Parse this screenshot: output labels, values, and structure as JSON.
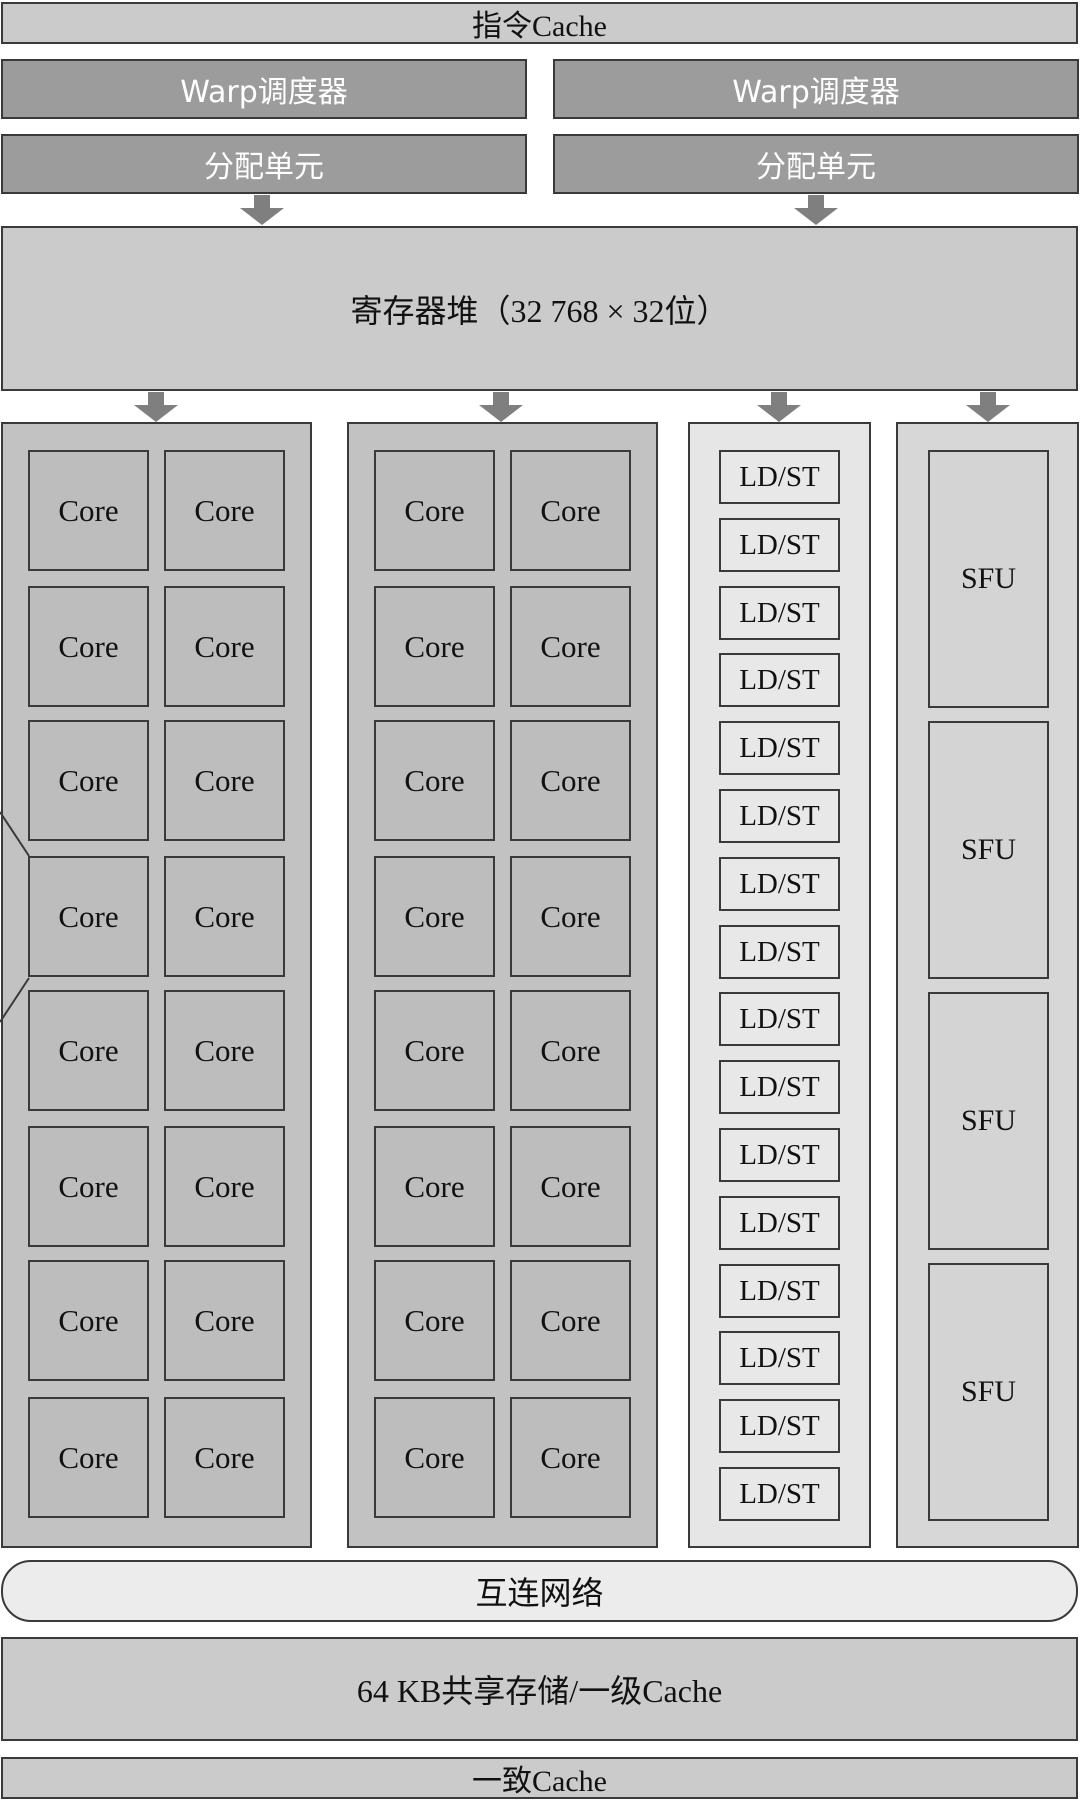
{
  "top": {
    "instruction_cache": "指令Cache",
    "warp_schedulers": [
      "Warp调度器",
      "Warp调度器"
    ],
    "dispatch_units": [
      "分配单元",
      "分配单元"
    ]
  },
  "register_file": "寄存器堆（32 768 × 32位）",
  "core_label": "Core",
  "ldst_label": "LD/ST",
  "sfu_label": "SFU",
  "core_columns": 2,
  "cores_per_column": 16,
  "ldst_units": 16,
  "sfu_units": 4,
  "bottom": {
    "interconnect": "互连网络",
    "shared_memory": "64 KB共享存储/一级Cache",
    "uniform_cache": "一致Cache"
  },
  "colors": {
    "border": "#3a3a3a",
    "arrow": "#7f7f7f",
    "dark_bar": "#9c9c9c",
    "light_bar": "#cbcbcb"
  }
}
